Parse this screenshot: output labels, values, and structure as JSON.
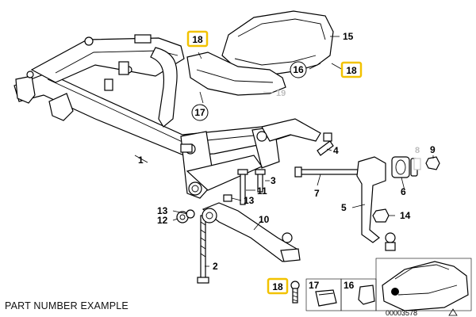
{
  "caption": "PART NUMBER EXAMPLE",
  "image_code": "00003578",
  "callouts": {
    "c1": "1",
    "c2": "2",
    "c3": "3",
    "c4": "4",
    "c5": "5",
    "c6": "6",
    "c7": "7",
    "c8": "8",
    "c9": "9",
    "c10": "10",
    "c11": "11",
    "c12": "12",
    "c13a": "13",
    "c13b": "13",
    "c14": "14",
    "c15": "15",
    "c16a": "16",
    "c16b": "16",
    "c17a": "17",
    "c17b": "17",
    "c18a": "18",
    "c18b": "18",
    "c18c": "18",
    "c19": "19"
  },
  "colors": {
    "highlight": "#f2c200",
    "faded": "#bdbdbd",
    "line": "#000000"
  }
}
